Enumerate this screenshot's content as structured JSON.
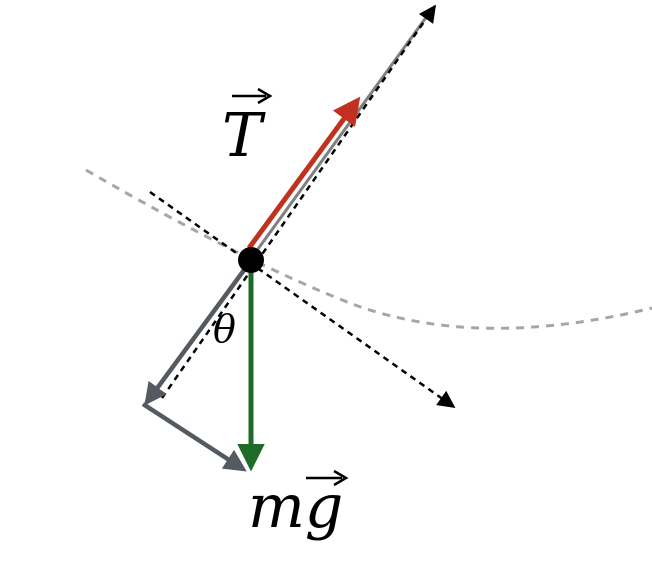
{
  "diagram": {
    "labels": {
      "tension": "T",
      "weight": "mg",
      "angle": "θ"
    },
    "colors": {
      "tension_vector": "#c0311f",
      "gravity_vector": "#1e6b2a",
      "component_vectors": "#555a60",
      "string_line": "#808080",
      "trajectory_arc": "#a6a6a6",
      "axes": "#000000",
      "mass_point": "#000000"
    }
  }
}
